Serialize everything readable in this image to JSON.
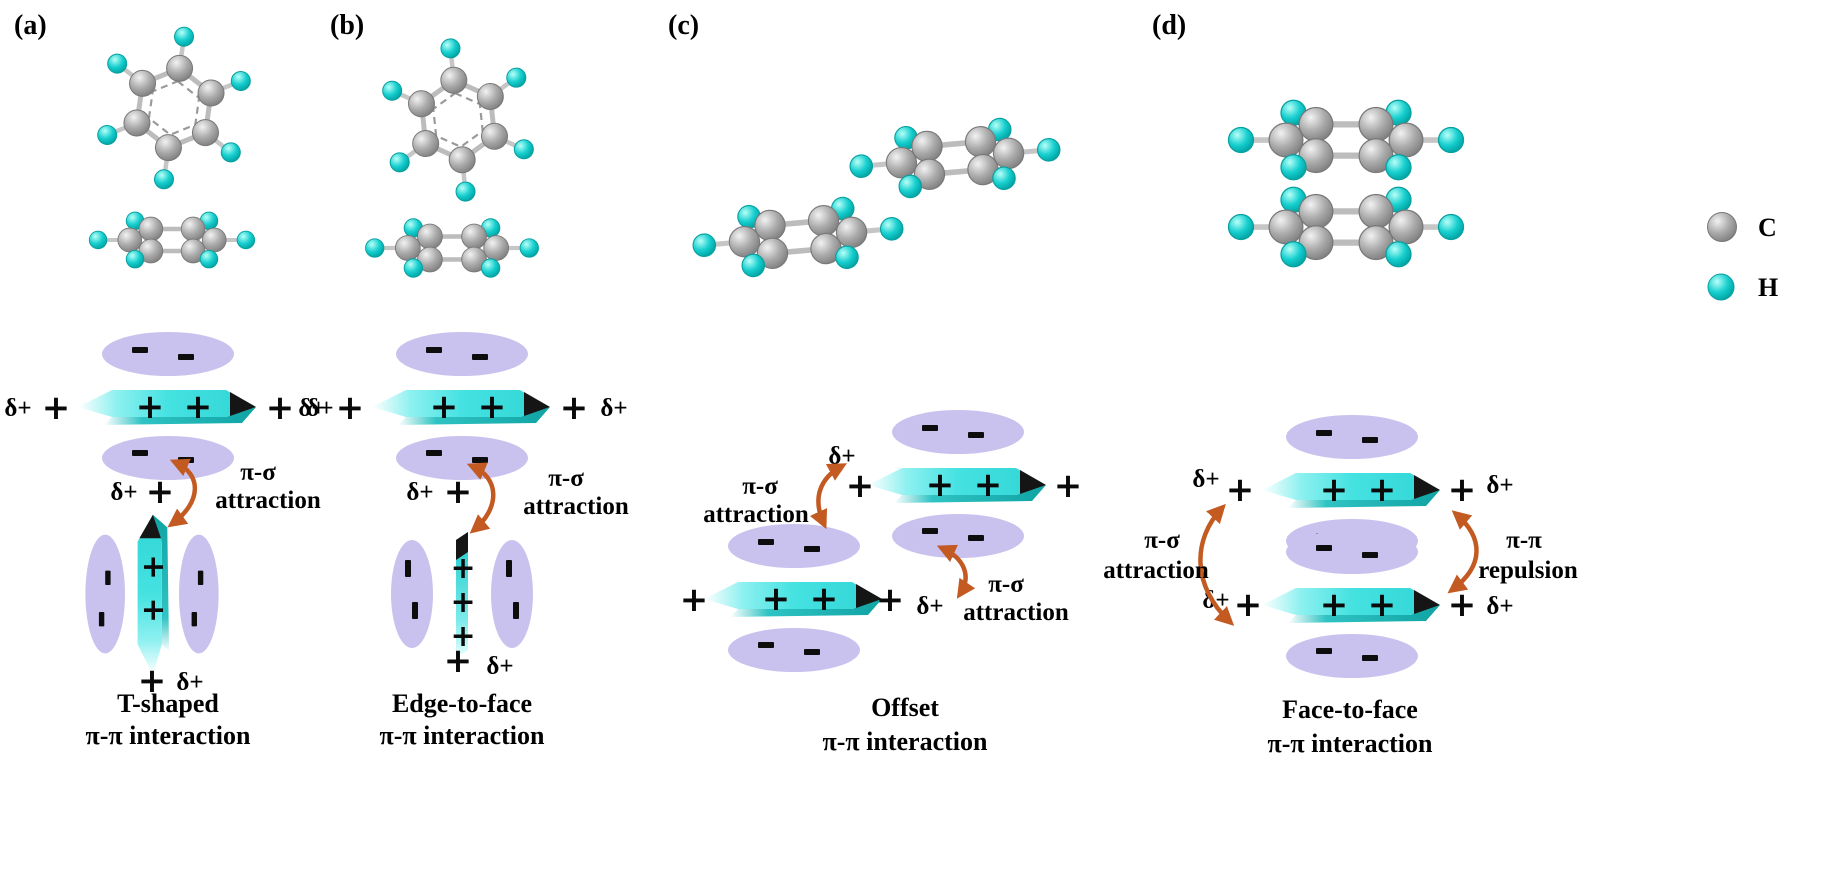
{
  "figure": {
    "panels": {
      "a": {
        "label": "(a)",
        "caption_line1": "T-shaped",
        "caption_line2": "π-π interaction"
      },
      "b": {
        "label": "(b)",
        "caption_line1": "Edge-to-face",
        "caption_line2": "π-π interaction"
      },
      "c": {
        "label": "(c)",
        "caption_line1": "Offset",
        "caption_line2": "π-π interaction"
      },
      "d": {
        "label": "(d)",
        "caption_line1": "Face-to-face",
        "caption_line2": "π-π interaction"
      }
    },
    "annotations": {
      "pi_sigma": "π-σ",
      "attraction": "attraction",
      "pi_pi": "π-π",
      "repulsion": "repulsion"
    },
    "symbols": {
      "plus": "+",
      "minus": "-",
      "delta_plus": "δ+"
    },
    "legend": {
      "carbon_label": "C",
      "hydrogen_label": "H"
    },
    "colors": {
      "carbon": "#a8a8a8",
      "hydrogen": "#10c8c8",
      "electron_cloud": "#c9c2ee",
      "sigma_plate": "#3fe0e0",
      "arrow": "#c35a22",
      "text": "#000000"
    }
  }
}
